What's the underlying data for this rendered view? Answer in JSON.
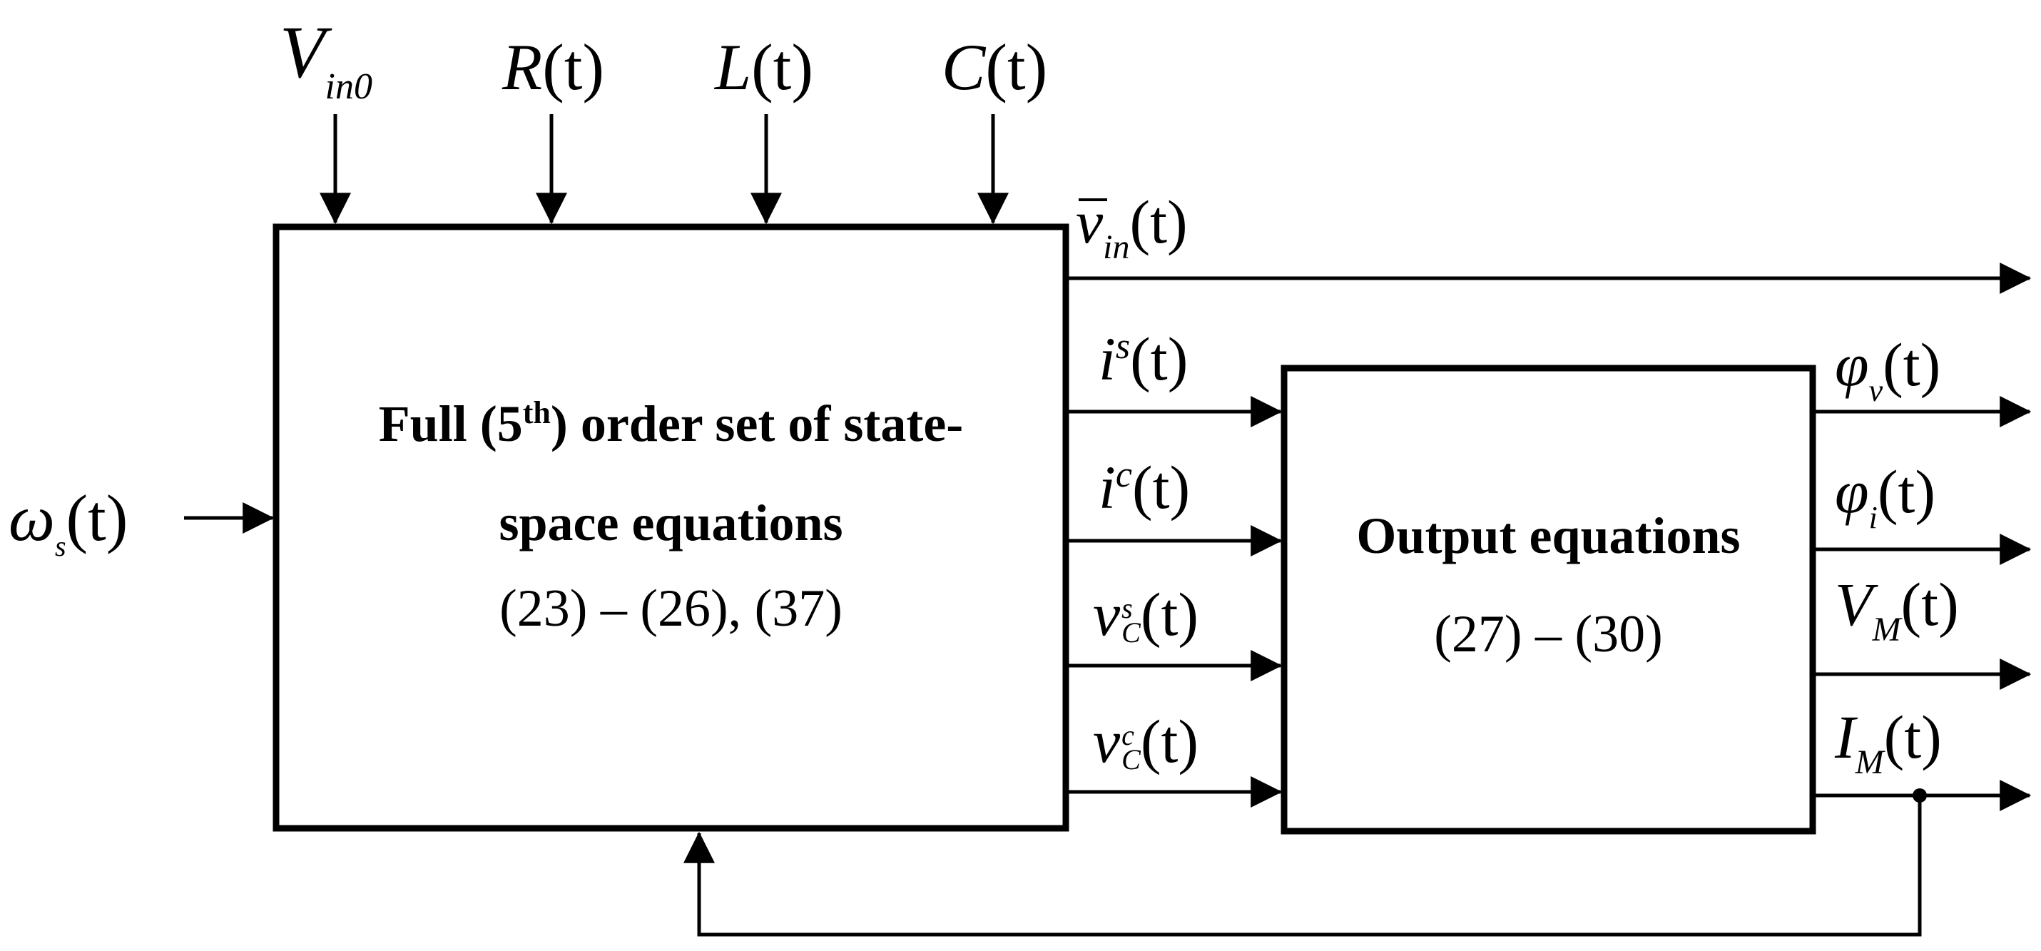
{
  "inputs_top": {
    "vin0": {
      "main": "V",
      "sub": "in0"
    },
    "r": {
      "main": "R",
      "arg": "(t)"
    },
    "l": {
      "main": "L",
      "arg": "(t)"
    },
    "c": {
      "main": "C",
      "arg": "(t)"
    }
  },
  "input_left": {
    "main": "ω",
    "sub": "s",
    "arg": "(t)"
  },
  "state_block": {
    "line1_pre": "Full (5",
    "line1_sup": "th",
    "line1_post": ") order set of state-",
    "line2": "space equations",
    "line3": "(23) – (26), (37)"
  },
  "output_block": {
    "line1": "Output equations",
    "line2": "(27) – (30)"
  },
  "state_outputs": {
    "vin_bar": {
      "main": "v",
      "sub": "in",
      "arg": "(t)"
    },
    "is": {
      "main": "i",
      "sup": "s",
      "arg": "(t)"
    },
    "ic": {
      "main": "i",
      "sup": "c",
      "arg": "(t)"
    },
    "vcs": {
      "main": "v",
      "sup": "s",
      "sub": "C",
      "arg": "(t)"
    },
    "vcc": {
      "main": "v",
      "sup": "c",
      "sub": "C",
      "arg": "(t)"
    }
  },
  "final_outputs": {
    "phiv": {
      "main": "φ",
      "sub": "v",
      "arg": "(t)"
    },
    "phii": {
      "main": "φ",
      "sub": "i",
      "arg": "(t)"
    },
    "vm": {
      "main": "V",
      "sub": "M",
      "arg": "(t)"
    },
    "im": {
      "main": "I",
      "sub": "M",
      "arg": "(t)"
    }
  },
  "colors": {
    "line": "#000000",
    "background": "#ffffff"
  }
}
